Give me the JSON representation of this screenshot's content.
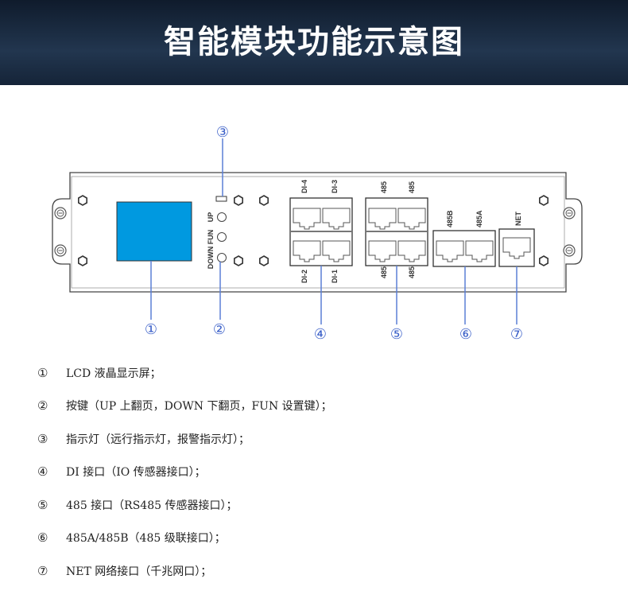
{
  "title": "智能模块功能示意图",
  "panel": {
    "buttons": [
      "UP",
      "FUN",
      "DOWN"
    ],
    "di_top": [
      "DI-4",
      "DI-3"
    ],
    "di_bottom": [
      "DI-2",
      "DI-1"
    ],
    "rs_top": [
      "485",
      "485"
    ],
    "rs_bottom": [
      "485",
      "485"
    ],
    "cascade": [
      "485B",
      "485A"
    ],
    "net": "NET"
  },
  "callouts": [
    "①",
    "②",
    "③",
    "④",
    "⑤",
    "⑥",
    "⑦"
  ],
  "legend": [
    {
      "num": "①",
      "text": "LCD 液晶显示屏；"
    },
    {
      "num": "②",
      "text": "按键（UP 上翻页，DOWN 下翻页，FUN 设置键）；"
    },
    {
      "num": "③",
      "text": "指示灯（远行指示灯，报警指示灯）；"
    },
    {
      "num": "④",
      "text": "DI 接口（IO 传感器接口）；"
    },
    {
      "num": "⑤",
      "text": "485 接口（RS485 传感器接口）；"
    },
    {
      "num": "⑥",
      "text": "485A/485B（485 级联接口）；"
    },
    {
      "num": "⑦",
      "text": "NET 网络接口（千兆网口）；"
    }
  ],
  "colors": {
    "lcd": "#0099e0",
    "callout": "#3a5fc8"
  }
}
